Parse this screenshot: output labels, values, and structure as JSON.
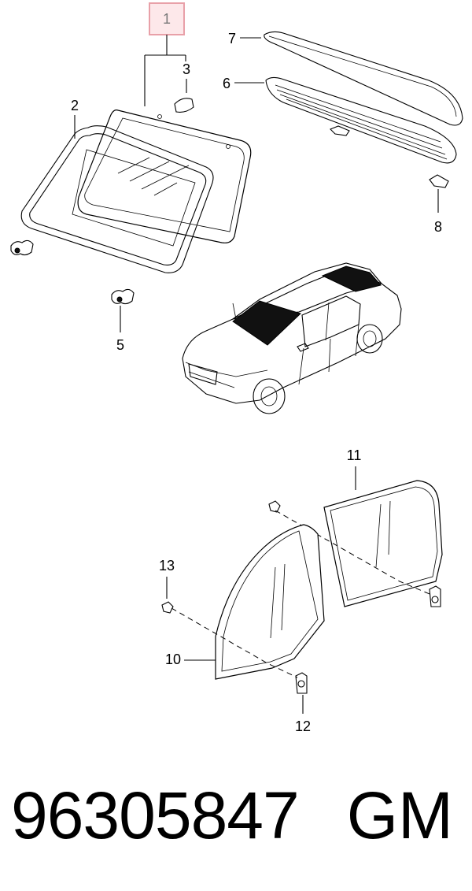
{
  "callouts": {
    "c1": "1",
    "c2": "2",
    "c3": "3",
    "c5": "5",
    "c6": "6",
    "c7": "7",
    "c8": "8",
    "c10": "10",
    "c11": "11",
    "c12": "12",
    "c13": "13"
  },
  "highlight_color": "#e8a0a8",
  "highlight_fill": "#fde8ea",
  "footer": {
    "part_number": "96305847",
    "brand": "GM"
  }
}
